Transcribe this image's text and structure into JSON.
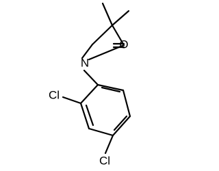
{
  "molecule": {
    "atoms": {
      "oxygen": "O",
      "nitrogen": "N",
      "chlorine_1": "Cl",
      "chlorine_2": "Cl"
    }
  },
  "colors": {
    "bond": "#000000",
    "background": "#ffffff"
  }
}
